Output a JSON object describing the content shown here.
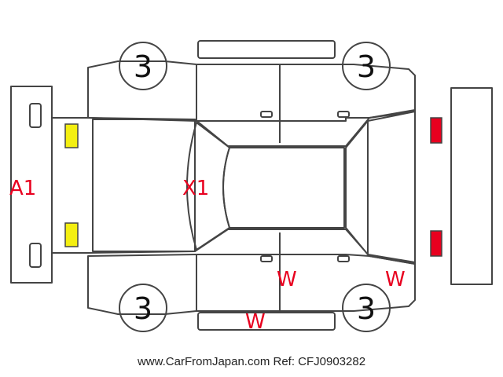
{
  "colors": {
    "outline": "#444444",
    "mark_text": "#e8001f",
    "front_lamp_fill": "#f4ef10",
    "rear_lamp_fill": "#e8001f"
  },
  "tyres": {
    "front_left": "3",
    "rear_left": "3",
    "front_right": "3",
    "rear_right": "3"
  },
  "marks": {
    "front_bumper": "A1",
    "hood": "X1",
    "right_front_door": "W",
    "right_rear_quarter": "W",
    "right_sill": "W"
  },
  "footer": {
    "text": "www.CarFromJapan.com Ref: CFJ0903282"
  }
}
